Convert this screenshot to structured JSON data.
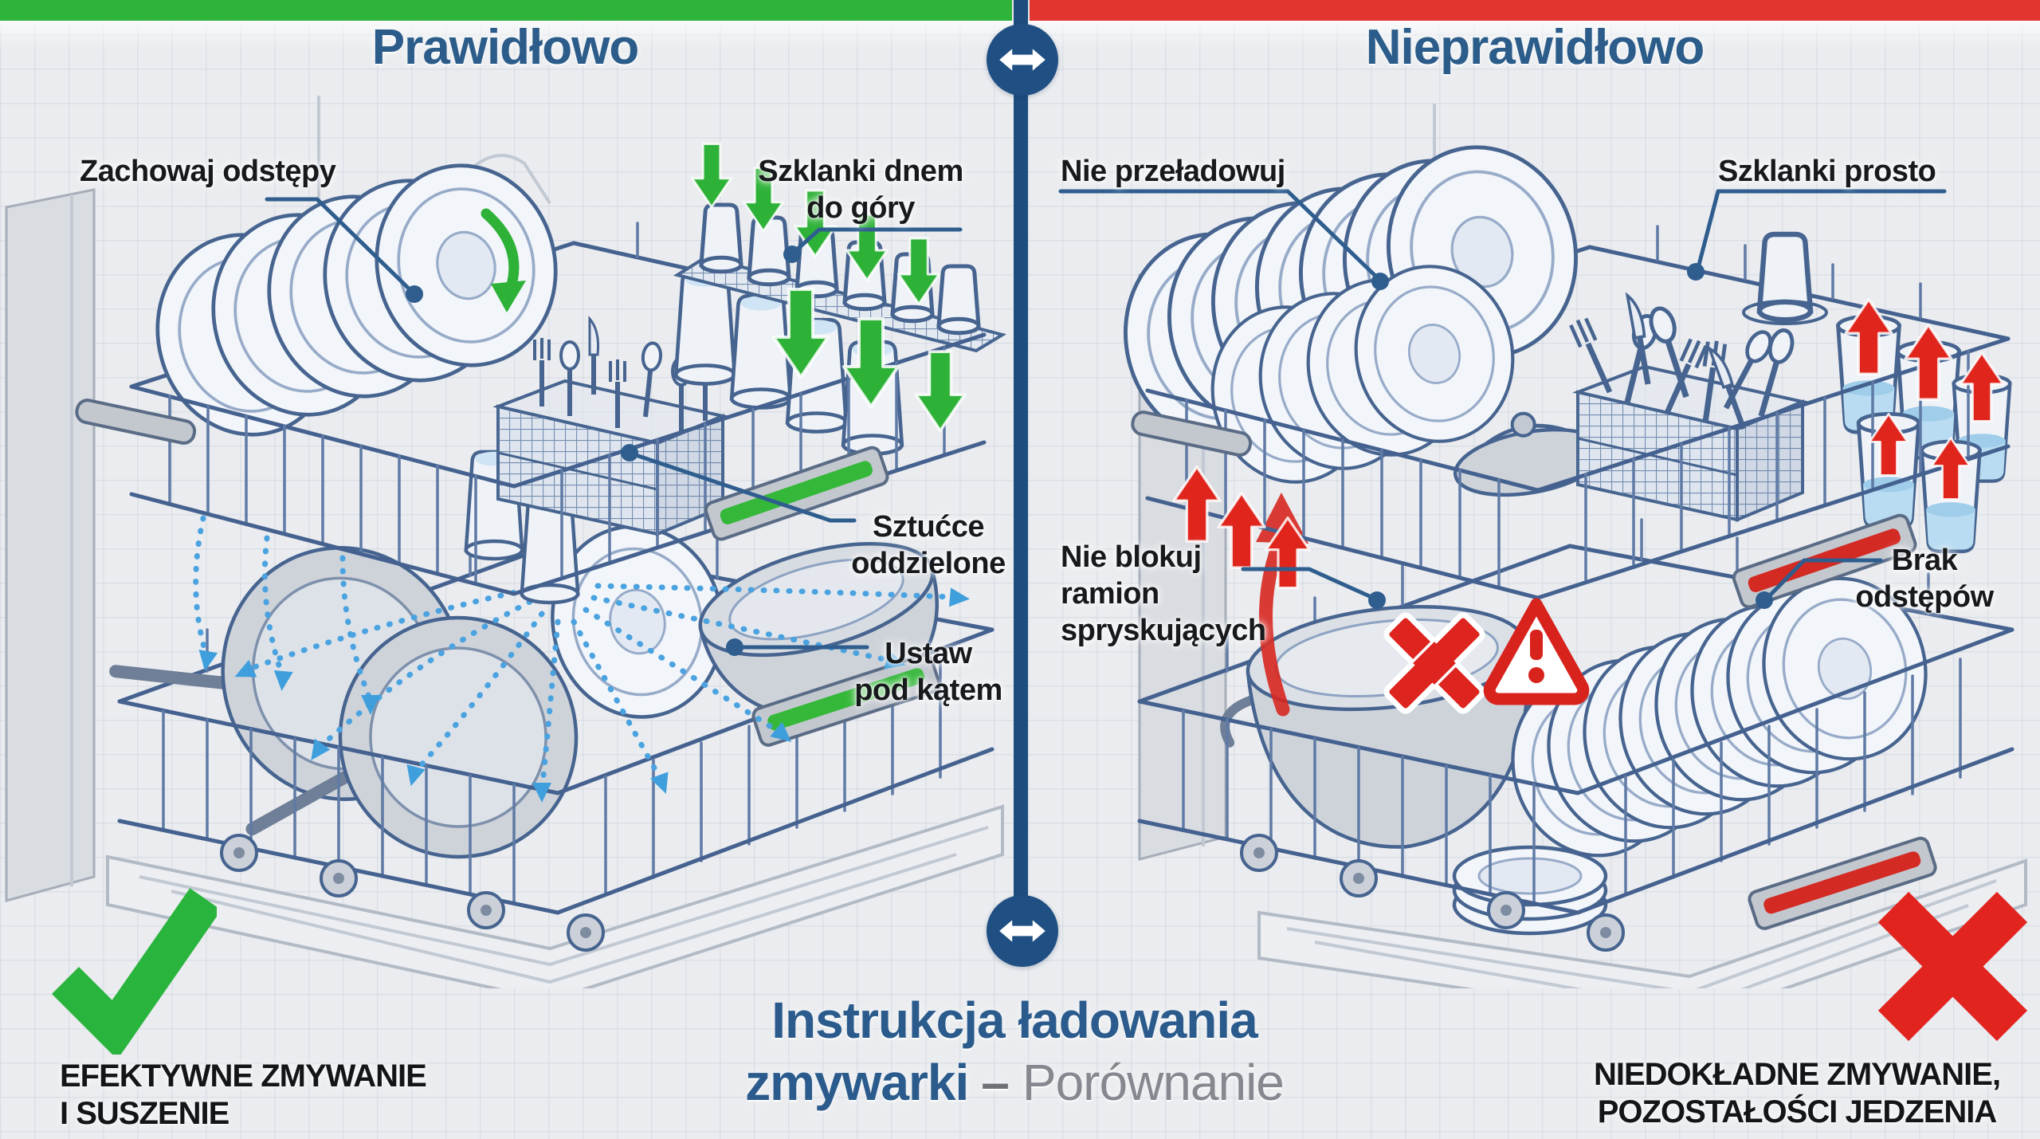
{
  "header": {
    "left_title": "Prawidłowo",
    "right_title": "Nieprawidłowo"
  },
  "left_panel": {
    "labels": {
      "spacing": "Zachowaj odstępy",
      "glasses_line1": "Szklanki dnem",
      "glasses_line2": "do góry",
      "cutlery_line1": "Sztućce",
      "cutlery_line2": "oddzielone",
      "angle_line1": "Ustaw",
      "angle_line2": "pod kątem"
    },
    "result_line1": "EFEKTYWNE ZMYWANIE",
    "result_line2": "I SUSZENIE"
  },
  "right_panel": {
    "labels": {
      "overload": "Nie przeładowuj",
      "glasses": "Szklanki prosto",
      "spray_line1": "Nie blokuj",
      "spray_line2": "ramion",
      "spray_line3": "spryskujących",
      "gaps_line1": "Brak",
      "gaps_line2": "odstępów"
    },
    "result_line1": "NIEDOKŁADNE ZMYWANIE,",
    "result_line2": "POZOSTAŁOŚCI JEDZENIA"
  },
  "footer": {
    "title_line1": "Instrukcja ładowania",
    "title_line2_bold": "zmywarki",
    "title_separator": "–",
    "title_line2_light": "Porównanie"
  },
  "icons": {
    "divider_top": "left-right-arrow",
    "divider_bottom": "left-right-arrow",
    "correct_mark": "checkmark",
    "incorrect_mark": "x-mark",
    "warning": "warning-triangle"
  },
  "colors": {
    "correct_bar": "#2fb43a",
    "incorrect_bar": "#e23530",
    "heading_blue": "#2b5c8a",
    "divider_blue": "#1c4d7e",
    "check_green": "#29b43d",
    "cross_red": "#e2241f",
    "secondary_gray": "#85898f"
  }
}
